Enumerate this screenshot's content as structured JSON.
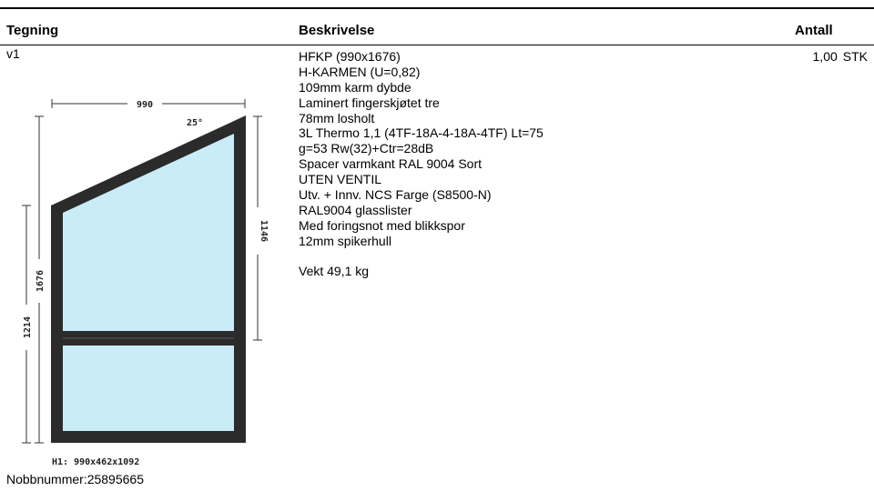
{
  "columns": {
    "drawing": "Tegning",
    "description": "Beskrivelse",
    "quantity": "Antall"
  },
  "item": {
    "variant": "v1",
    "quantity": "1,00",
    "unit": "STK",
    "description_lines": [
      "HFKP (990x1676)",
      "H-KARMEN (U=0,82)",
      "109mm karm dybde",
      "Laminert fingerskjøtet tre",
      "78mm losholt",
      "3L Thermo 1,1 (4TF-18A-4-18A-4TF) Lt=75",
      "g=53 Rw(32)+Ctr=28dB",
      "Spacer varmkant RAL 9004 Sort",
      "UTEN VENTIL",
      "Utv. + Innv. NCS Farge (S8500-N)",
      "RAL9004 glasslister",
      "Med foringsnot med blikkspor",
      "12mm spikerhull",
      "",
      "Vekt 49,1 kg"
    ],
    "nobb": "Nobbnummer:25895665"
  },
  "drawing": {
    "width_dim": "990",
    "angle": "25°",
    "height_total": "1676",
    "height_left_lower": "1214",
    "height_right": "1146",
    "panel_label": "H1: 990x462x1092",
    "frame_color": "#2b2b2b",
    "glass_color": "#c9ecf8"
  }
}
